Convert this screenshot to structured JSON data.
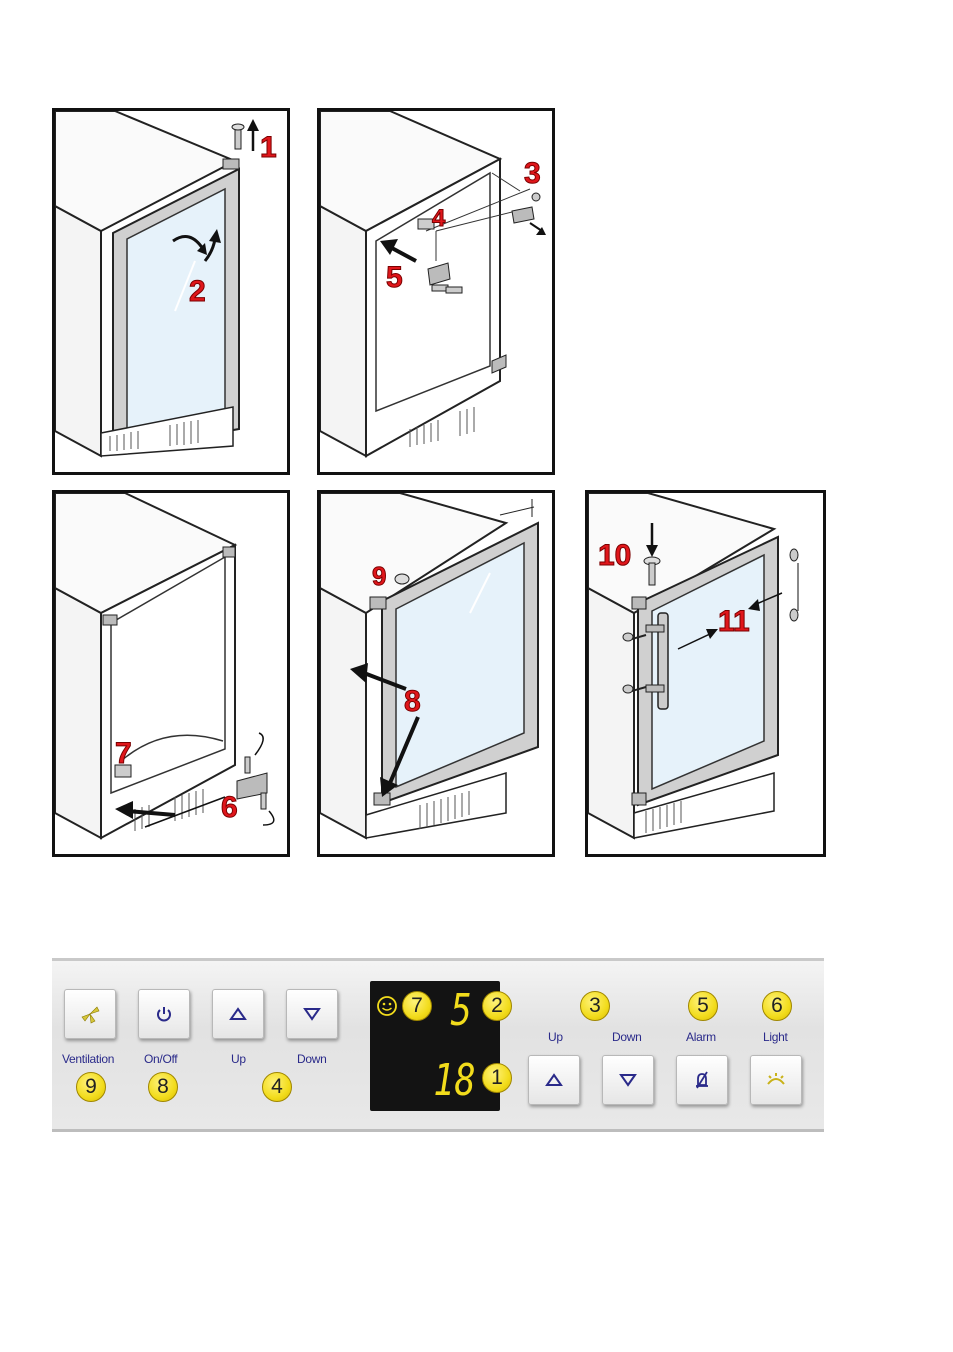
{
  "panels": [
    {
      "id": "p1",
      "steps": [
        "1",
        "2"
      ]
    },
    {
      "id": "p2",
      "steps": [
        "3",
        "4",
        "5"
      ]
    },
    {
      "id": "p3",
      "steps": [
        "7",
        "6"
      ]
    },
    {
      "id": "p4",
      "steps": [
        "9",
        "8"
      ]
    },
    {
      "id": "p5",
      "steps": [
        "10",
        "11"
      ]
    }
  ],
  "control_panel": {
    "buttons": [
      {
        "label": "Ventilation",
        "icon": "fan-icon",
        "badge": "9"
      },
      {
        "label": "On/Off",
        "icon": "power-icon",
        "badge": "8"
      },
      {
        "label": "Up",
        "icon": "up-arrow-icon",
        "badge": "4"
      },
      {
        "label": "Down",
        "icon": "down-arrow-icon"
      },
      {
        "label": "Up",
        "icon": "up-arrow-icon",
        "badge": "3"
      },
      {
        "label": "Down",
        "icon": "down-arrow-icon"
      },
      {
        "label": "Alarm",
        "icon": "alarm-mute-icon",
        "badge": "5"
      },
      {
        "label": "Light",
        "icon": "light-icon",
        "badge": "6"
      }
    ],
    "display": {
      "top_value": "5",
      "bottom_value": "18",
      "smiley_badge": "7",
      "top_badge": "2",
      "bottom_badge": "1"
    },
    "accent_yellow": "#f2dc1c",
    "label_color": "#2a2a8a"
  }
}
